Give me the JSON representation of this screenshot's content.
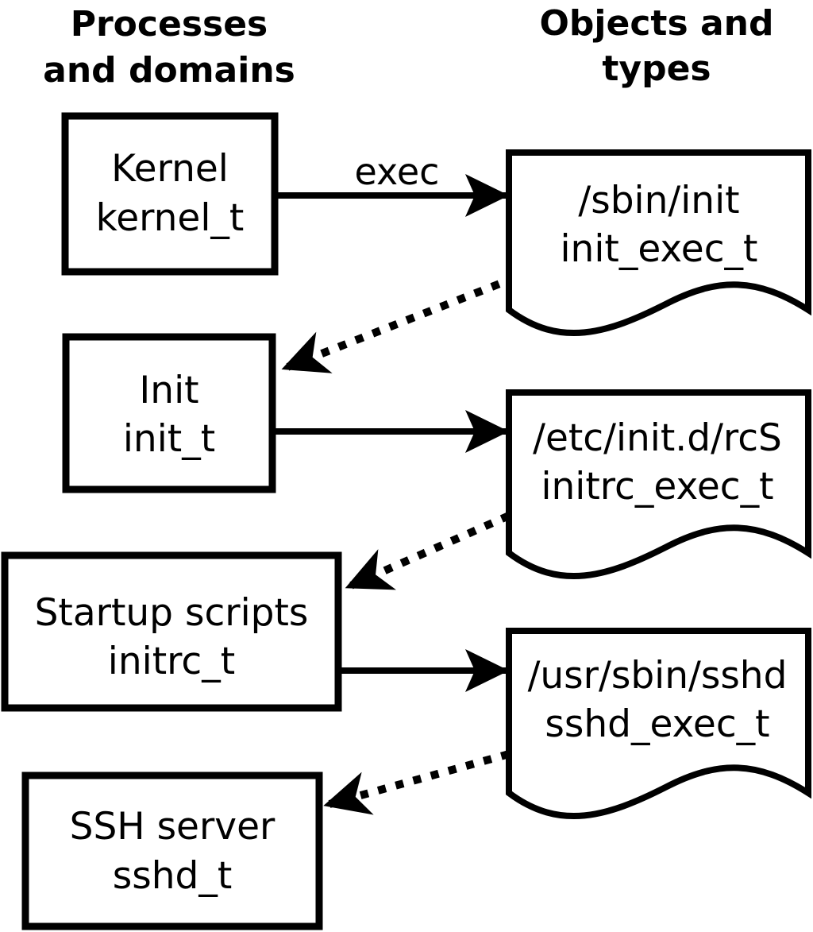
{
  "diagram": {
    "headers": {
      "left": {
        "line1": "Processes",
        "line2": "and domains"
      },
      "right": {
        "line1": "Objects and",
        "line2": "types"
      }
    },
    "process_boxes": [
      {
        "name": "Kernel",
        "type": "kernel_t"
      },
      {
        "name": "Init",
        "type": "init_t"
      },
      {
        "name": "Startup scripts",
        "type": "initrc_t"
      },
      {
        "name": "SSH server",
        "type": "sshd_t"
      }
    ],
    "object_docs": [
      {
        "path": "/sbin/init",
        "type": "init_exec_t"
      },
      {
        "path": "/etc/init.d/rcS",
        "type": "initrc_exec_t"
      },
      {
        "path": "/usr/sbin/sshd",
        "type": "sshd_exec_t"
      }
    ],
    "arrow_label": "exec",
    "colors": {
      "stroke": "#000000",
      "background": "#ffffff"
    }
  }
}
